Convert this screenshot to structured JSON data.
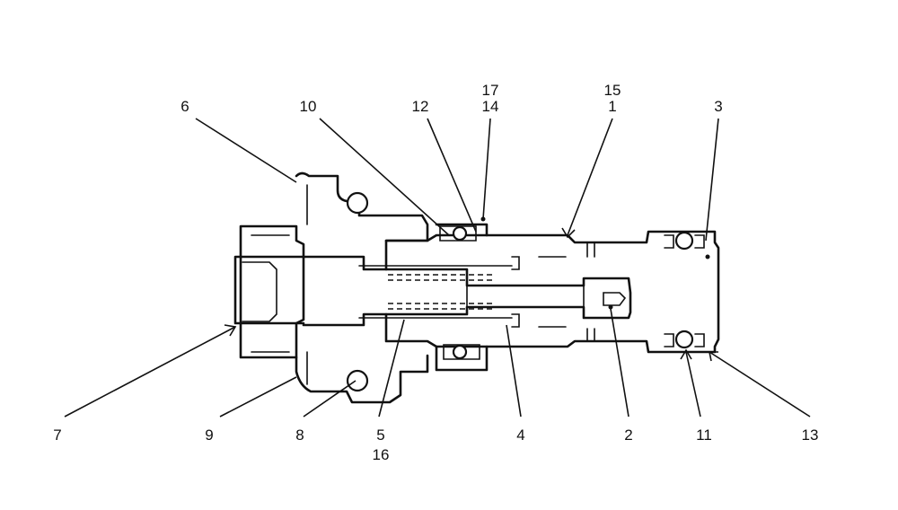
{
  "callouts": [
    {
      "id": "c1",
      "lines": [
        "15",
        "1"
      ]
    },
    {
      "id": "c2",
      "lines": [
        "2"
      ]
    },
    {
      "id": "c3",
      "lines": [
        "3"
      ]
    },
    {
      "id": "c4",
      "lines": [
        "4"
      ]
    },
    {
      "id": "c5",
      "lines": [
        "5",
        "16"
      ]
    },
    {
      "id": "c6",
      "lines": [
        "6"
      ]
    },
    {
      "id": "c7",
      "lines": [
        "7"
      ]
    },
    {
      "id": "c8",
      "lines": [
        "8"
      ]
    },
    {
      "id": "c9",
      "lines": [
        "9"
      ]
    },
    {
      "id": "c10",
      "lines": [
        "10"
      ]
    },
    {
      "id": "c11",
      "lines": [
        "11"
      ]
    },
    {
      "id": "c12",
      "lines": [
        "12"
      ]
    },
    {
      "id": "c13",
      "lines": [
        "13"
      ]
    },
    {
      "id": "c14",
      "lines": [
        "17",
        "14"
      ]
    }
  ]
}
